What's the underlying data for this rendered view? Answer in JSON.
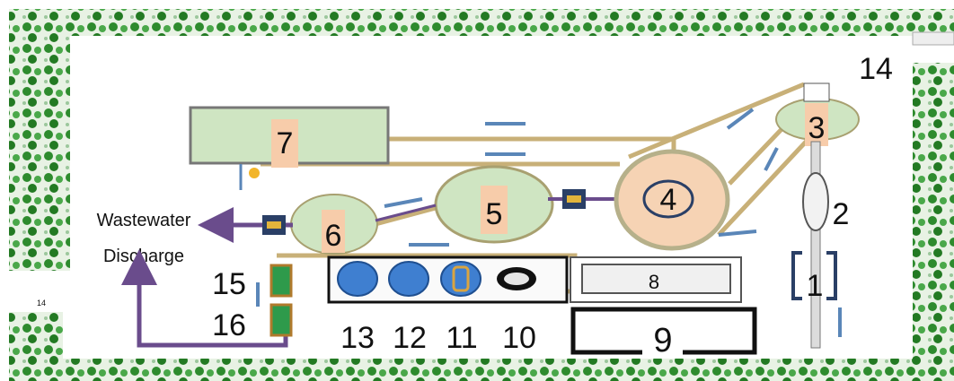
{
  "labels": {
    "n1": "1",
    "n2": "2",
    "n3": "3",
    "n4": "4",
    "n5": "5",
    "n6": "6",
    "n7": "7",
    "n8": "8",
    "n9": "9",
    "n10": "10",
    "n11": "11",
    "n12": "12",
    "n13": "13",
    "n14_top": "14",
    "n14_small": "14",
    "n15": "15",
    "n16": "16",
    "wastewater_line1": "Wastewater",
    "wastewater_line2": "Discharge"
  },
  "colors": {
    "hedge": "#2f8f2f",
    "tank_fill": "#cfe5c2",
    "tank_stroke": "#a8a070",
    "big_tank_fill": "#f6d3b4",
    "label_bg": "#f7ccaa",
    "pipe": "#c8b078",
    "flow_arrow": "#5a86b8",
    "discharge_pipe": "#6a4c8c",
    "connector": "#2a3f66",
    "connector_inner": "#e2b43b",
    "filter_blue": "#3f7fd0",
    "frame_dark": "#111111"
  }
}
